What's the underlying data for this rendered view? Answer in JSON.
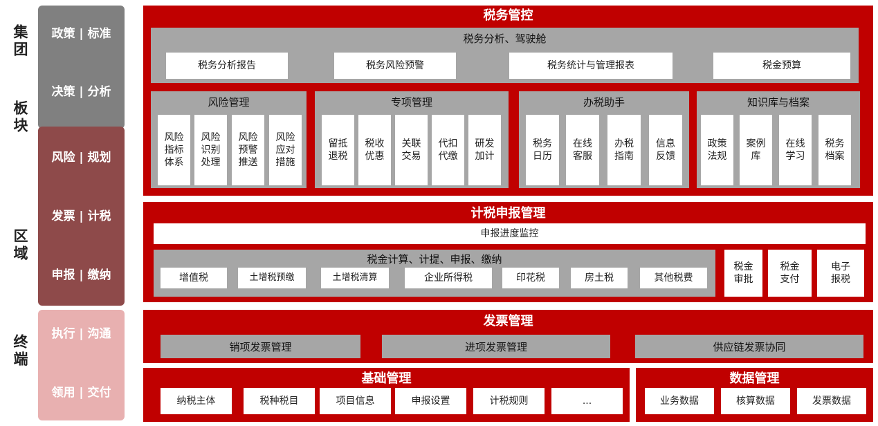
{
  "left_labels": {
    "group": "集团",
    "segment": "板块",
    "region": "区域",
    "terminal": "终端"
  },
  "side_items": [
    "政策 | 标准",
    "决策 | 分析",
    "风险 | 规划",
    "发票 | 计税",
    "申报 | 缴纳",
    "执行 | 沟通",
    "领用 | 交付"
  ],
  "colors": {
    "red": "#c00000",
    "gray": "#a6a6a6",
    "side_gray": "#808080",
    "side_dark_red": "#8e4a4a",
    "side_pink": "#e8b0b0"
  },
  "tax_control": {
    "title": "税务管控",
    "analysis": {
      "title": "税务分析、驾驶舱",
      "items": [
        "税务分析报告",
        "税务风险预警",
        "税务统计与管理报表",
        "税金预算"
      ]
    },
    "risk": {
      "title": "风险管理",
      "items": [
        "风险指标体系",
        "风险识别处理",
        "风险预警推送",
        "风险应对措施"
      ]
    },
    "special": {
      "title": "专项管理",
      "items": [
        "留抵退税",
        "税收优惠",
        "关联交易",
        "代扣代缴",
        "研发加计"
      ]
    },
    "assistant": {
      "title": "办税助手",
      "items": [
        "税务日历",
        "在线客服",
        "办税指南",
        "信息反馈"
      ]
    },
    "knowledge": {
      "title": "知识库与档案",
      "items": [
        "政策法规",
        "案例库",
        "在线学习",
        "税务档案"
      ]
    }
  },
  "declaration": {
    "title": "计税申报管理",
    "progress": "申报进度监控",
    "calc": {
      "title": "税金计算、计提、申报、缴纳",
      "items": [
        "增值税",
        "土增税预缴",
        "土增税清算",
        "企业所得税",
        "印花税",
        "房土税",
        "其他税费"
      ]
    },
    "right": [
      "税金审批",
      "税金支付",
      "电子报税"
    ]
  },
  "invoice": {
    "title": "发票管理",
    "items": [
      "销项发票管理",
      "进项发票管理",
      "供应链发票协同"
    ]
  },
  "basic": {
    "title": "基础管理",
    "items": [
      "纳税主体",
      "税种税目",
      "项目信息",
      "申报设置",
      "计税规则",
      "..."
    ]
  },
  "data_mgmt": {
    "title": "数据管理",
    "items": [
      "业务数据",
      "核算数据",
      "发票数据"
    ]
  }
}
